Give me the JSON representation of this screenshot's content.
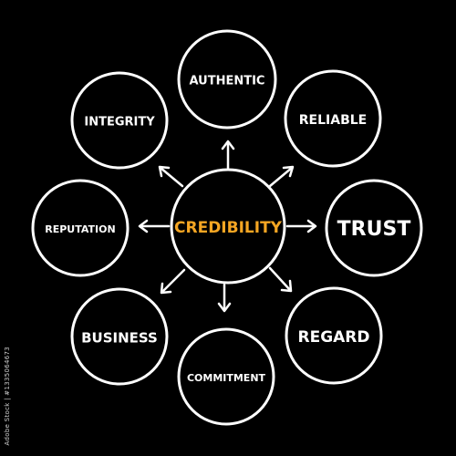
{
  "diagram": {
    "center": {
      "label": "CREDIBILITY",
      "color": "#f5a623"
    },
    "nodes": [
      {
        "id": "authentic",
        "label": "AUTHENTIC"
      },
      {
        "id": "reliable",
        "label": "RELIABLE"
      },
      {
        "id": "trust",
        "label": "TRUST"
      },
      {
        "id": "regard",
        "label": "REGARD"
      },
      {
        "id": "commitment",
        "label": "COMMITMENT"
      },
      {
        "id": "business",
        "label": "BUSINESS"
      },
      {
        "id": "reputation",
        "label": "REPUTATION"
      },
      {
        "id": "integrity",
        "label": "INTEGRITY"
      }
    ],
    "colors": {
      "background": "#000000",
      "lines": "#ffffff",
      "text": "#ffffff"
    }
  },
  "stock_credit": "Adobe Stock | #1335064673"
}
